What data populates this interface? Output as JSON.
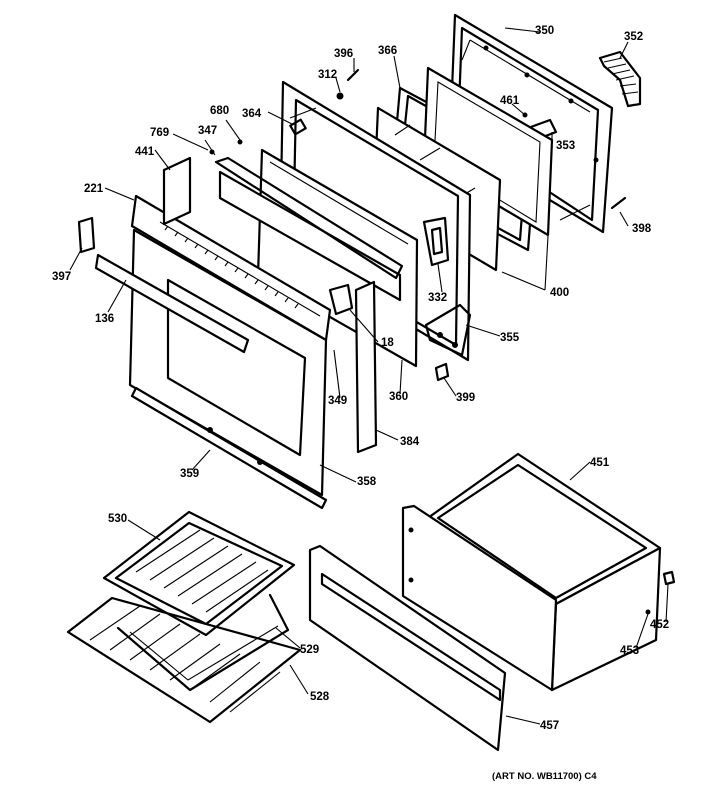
{
  "callouts": {
    "c350": "350",
    "c352": "352",
    "c396": "396",
    "c366": "366",
    "c312": "312",
    "c461": "461",
    "c353": "353",
    "c680": "680",
    "c364": "364",
    "c769": "769",
    "c347": "347",
    "c441": "441",
    "c221": "221",
    "c398": "398",
    "c397": "397",
    "c400": "400",
    "c332": "332",
    "c136": "136",
    "c18": "18",
    "c355": "355",
    "c349": "349",
    "c360": "360",
    "c399": "399",
    "c384": "384",
    "c451": "451",
    "c359": "359",
    "c358": "358",
    "c530": "530",
    "c452": "452",
    "c453": "453",
    "c529": "529",
    "c528": "528",
    "c457": "457"
  },
  "art_number": "(ART NO. WB11700) C4"
}
